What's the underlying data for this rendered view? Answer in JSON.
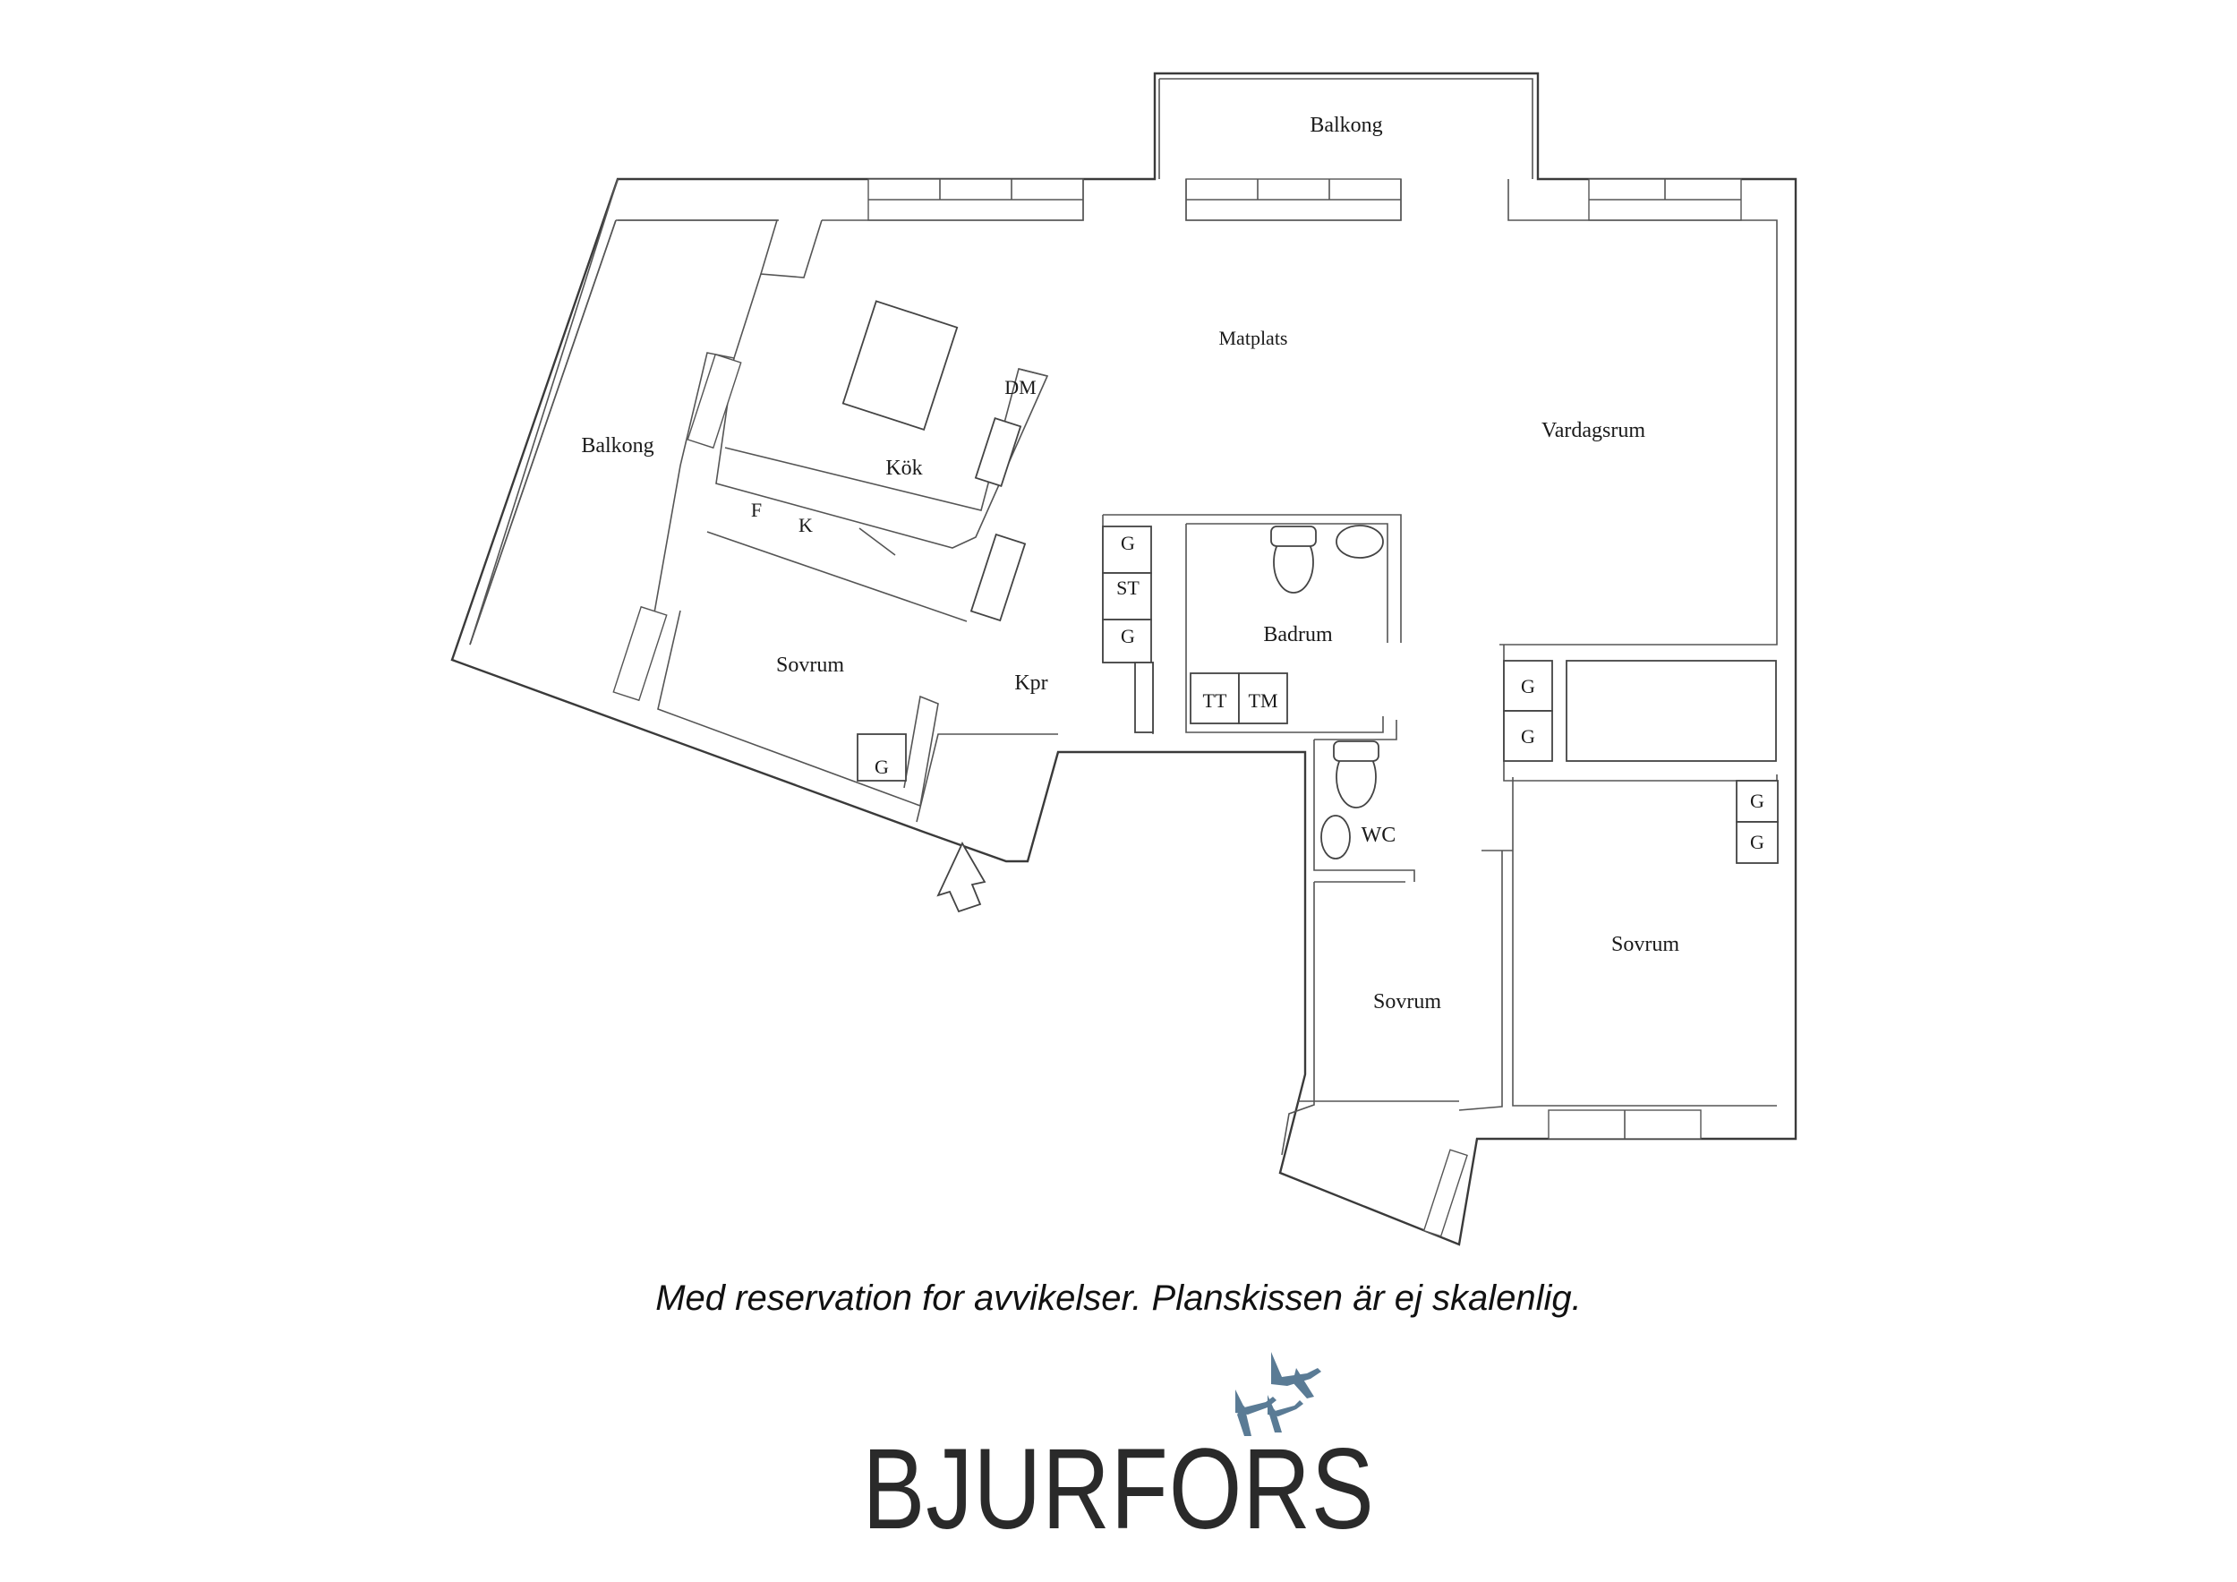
{
  "rooms": {
    "balkong_top": "Balkong",
    "balkong_left": "Balkong",
    "matplats": "Matplats",
    "vardagsrum": "Vardagsrum",
    "kok": "Kök",
    "sovrum_left": "Sovrum",
    "kpr": "Kpr",
    "badrum": "Badrum",
    "wc": "WC",
    "sovrum_mid": "Sovrum",
    "sovrum_right": "Sovrum"
  },
  "fixtures": {
    "dm": "DM",
    "f": "F",
    "k": "K",
    "g_kpr_1": "G",
    "st": "ST",
    "g_kpr_2": "G",
    "tt": "TT",
    "tm": "TM",
    "g_sovrum_left": "G",
    "g_hall_1": "G",
    "g_hall_2": "G",
    "g_sovrum_right_1": "G",
    "g_sovrum_right_2": "G"
  },
  "disclaimer": "Med reservation for avvikelser. Planskissen är ej skalenlig.",
  "brand": {
    "name": "BJURFORS",
    "logo_color": "#5a7b95"
  },
  "colors": {
    "wall": "#3a3a3a",
    "background": "#ffffff"
  }
}
